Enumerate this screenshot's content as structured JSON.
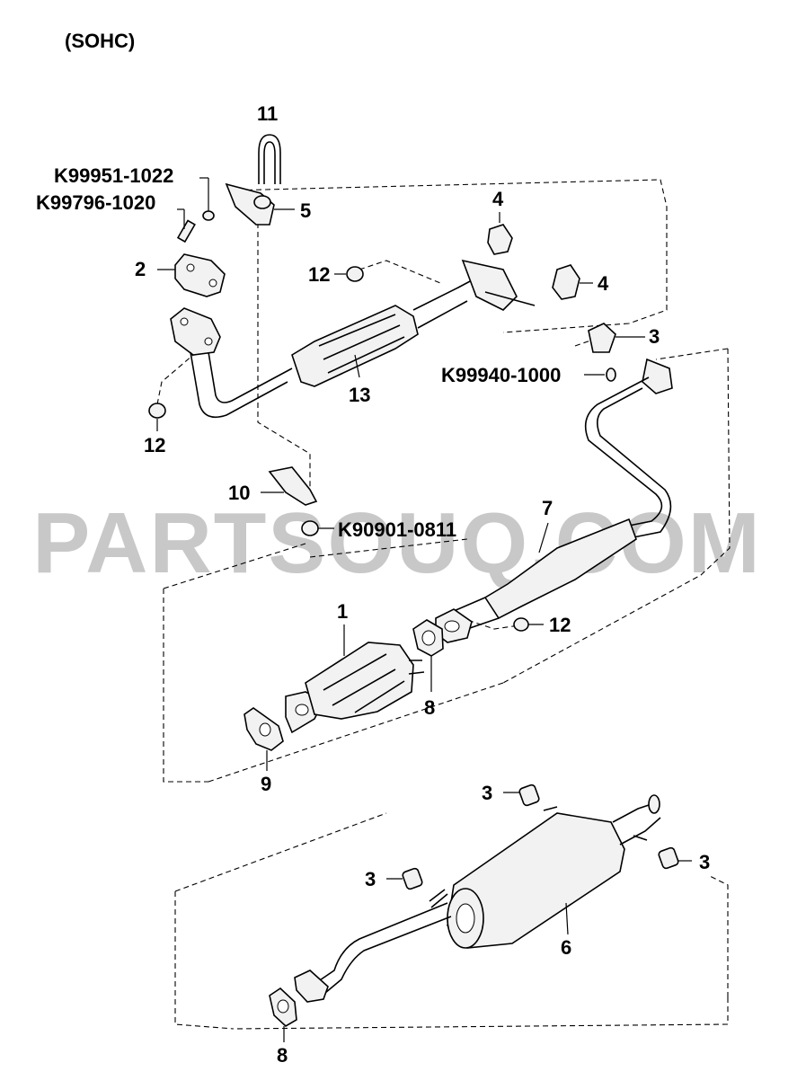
{
  "header": {
    "engine": "(SOHC)"
  },
  "watermark": "PARTSOUQ.COM",
  "callouts": {
    "c1": "1",
    "c2": "2",
    "c3a": "3",
    "c3b": "3",
    "c3c": "3",
    "c3d": "3",
    "c4a": "4",
    "c4b": "4",
    "c5": "5",
    "c6": "6",
    "c7": "7",
    "c8a": "8",
    "c8b": "8",
    "c9": "9",
    "c10": "10",
    "c11": "11",
    "c12a": "12",
    "c12b": "12",
    "c12c": "12",
    "c13": "13",
    "k1": "K99951-1022",
    "k2": "K99796-1020",
    "k3": "K99940-1000",
    "k4": "K90901-0811"
  }
}
